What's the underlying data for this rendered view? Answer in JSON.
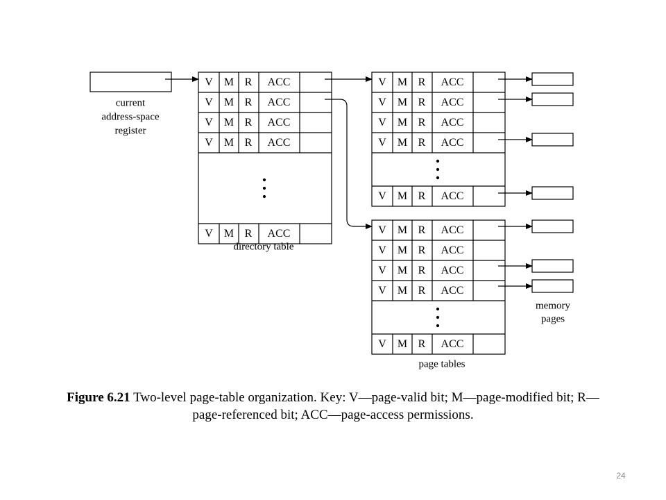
{
  "diagram": {
    "row_fields": [
      "V",
      "M",
      "R",
      "ACC"
    ],
    "register_label": [
      "current",
      "address-space",
      "register"
    ],
    "directory_label": "directory table",
    "page_tables_label": "page tables",
    "memory_label": [
      "memory",
      "pages"
    ],
    "ellipsis": "⋮"
  },
  "caption": {
    "figure_ref": "Figure 6.21",
    "line1_rest": " Two-level page-table organization. Key: V—page-valid bit; M—page-modified bit; R—",
    "line2": "page-referenced bit; ACC—page-access permissions."
  },
  "page_number": "24"
}
